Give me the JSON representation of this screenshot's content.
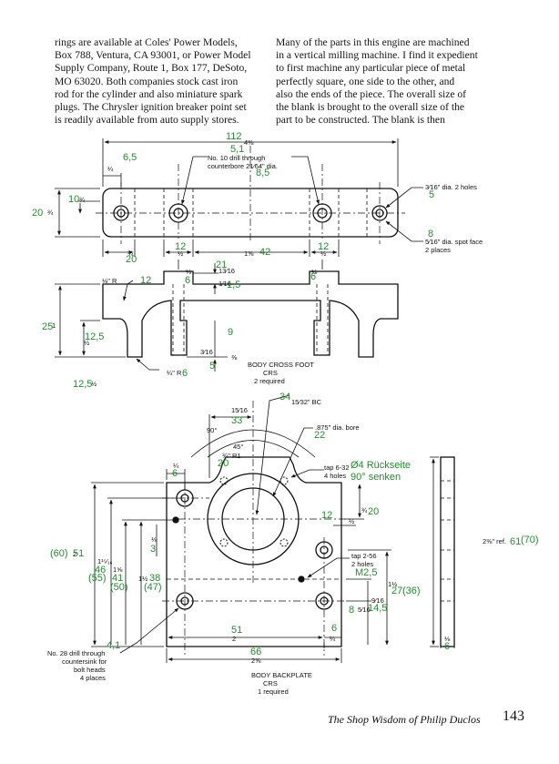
{
  "text_columns": {
    "left": [
      "rings are available at Coles' Power Models,",
      "Box 788, Ventura, CA 93001, or Power Model",
      "Supply Company, Route 1, Box 177, DeSoto,",
      "MO 63020. Both companies stock cast iron",
      "rod for the cylinder and also miniature spark",
      "plugs. The Chrysler ignition breaker point set",
      "is readily available from auto supply stores."
    ],
    "right": [
      "Many of the parts in this engine are machined",
      "in a vertical milling machine. I find it expedient",
      "to first machine any particular piece of metal",
      "perfectly square, one side to the other, and",
      "also the ends of the piece. The overall size of",
      "the blank is brought to the overall size of the",
      "part to be constructed. The blank is then"
    ]
  },
  "drawing_top": {
    "dims": {
      "overall": "4⅜",
      "left_offset": "¼",
      "height": "¾",
      "bottom_left": "¾",
      "center": "1⅝",
      "half_left": "½",
      "half_right": "½",
      "w_left": "⅛",
      "w_right": "⅛",
      "mid": "13⁄16",
      "slot": "1⁄16",
      "radius_top": "⅛\" R",
      "radius_bottom": "¼\" R",
      "foot": "½",
      "small": "3⁄16",
      "small2": "⅜",
      "total_height": "1",
      "base": "½"
    },
    "notes": {
      "drill": [
        "No. 10 drill through",
        "counterbore 21⁄64\" dia."
      ],
      "holes": "3⁄16\" dia. 2 holes",
      "spotface": [
        "5⁄16\" dia. spot face",
        "2 places"
      ]
    },
    "title": [
      "BODY CROSS FOOT",
      "CRS",
      "2 required"
    ],
    "handwritten": {
      "overall": "112",
      "left_offset": "6,5",
      "drill_top": "5,1",
      "drill_cb": "8,5",
      "height_l": "10",
      "height_r": "20",
      "hole_r": "5",
      "spot": "8",
      "bl": "20",
      "hl": "12",
      "center": "42",
      "hr": "12",
      "w_l": "6",
      "w_r": "6",
      "mid": "21",
      "slot": "1,5",
      "r12": "12",
      "h25": "25",
      "h125": "12,5",
      "h9": "9",
      "s5": "5",
      "r6": "6",
      "b125": "12,5"
    }
  },
  "drawing_bottom": {
    "dims": {
      "a": "15⁄16",
      "bc": "15⁄32\" BC",
      "bore": ".875\" dia. bore",
      "ang90": "90°",
      "ang45": "45°",
      "r1": "¾\" R1",
      "w_left": "¼",
      "tap632": [
        "tap 6-32",
        "4 holes"
      ],
      "half": "½",
      "r34": "¾",
      "v1": "⅛",
      "h_total": "2",
      "h_a": "1¹⁵⁄₁₆",
      "h_b": "1⅝",
      "h_c": "1½",
      "tap256": [
        "tap 2-56",
        "2 holes"
      ],
      "h_d": "1½",
      "h_e": "5⁄16",
      "h_f": "9⁄16",
      "side": "2⅜\" ref.",
      "width": "2",
      "qtr": "¼",
      "total": "2⅝",
      "side_w": "⅛"
    },
    "notes": {
      "drill28": [
        "No. 28 drill through",
        "countersink for",
        "bolt heads",
        "4 places"
      ]
    },
    "title": [
      "BODY BACKPLATE",
      "CRS",
      "1 required"
    ],
    "handwritten": {
      "bc": "34",
      "a": "33",
      "bore": "22",
      "r1": "20",
      "w_left": "6",
      "back": "Ø4 Rückseite",
      "sink": "90° senken",
      "half": "12",
      "r34": "20",
      "v1": "3",
      "left60": "(60)",
      "left51": "51",
      "h46": "46",
      "h55": "(55)",
      "h41": "41",
      "h50": "(50)",
      "h38": "38",
      "h47": "(47)",
      "m25": "M2,5",
      "h27": "27",
      "h36": "(36)",
      "h8": "8",
      "h145": "14,5",
      "side61": "61",
      "side70": "(70)",
      "w51": "51",
      "q6": "6",
      "d41": "4,1",
      "t66": "66",
      "s6": "6"
    }
  },
  "footer": {
    "book_title": "The Shop Wisdom of Philip Duclos",
    "page_number": "143"
  }
}
